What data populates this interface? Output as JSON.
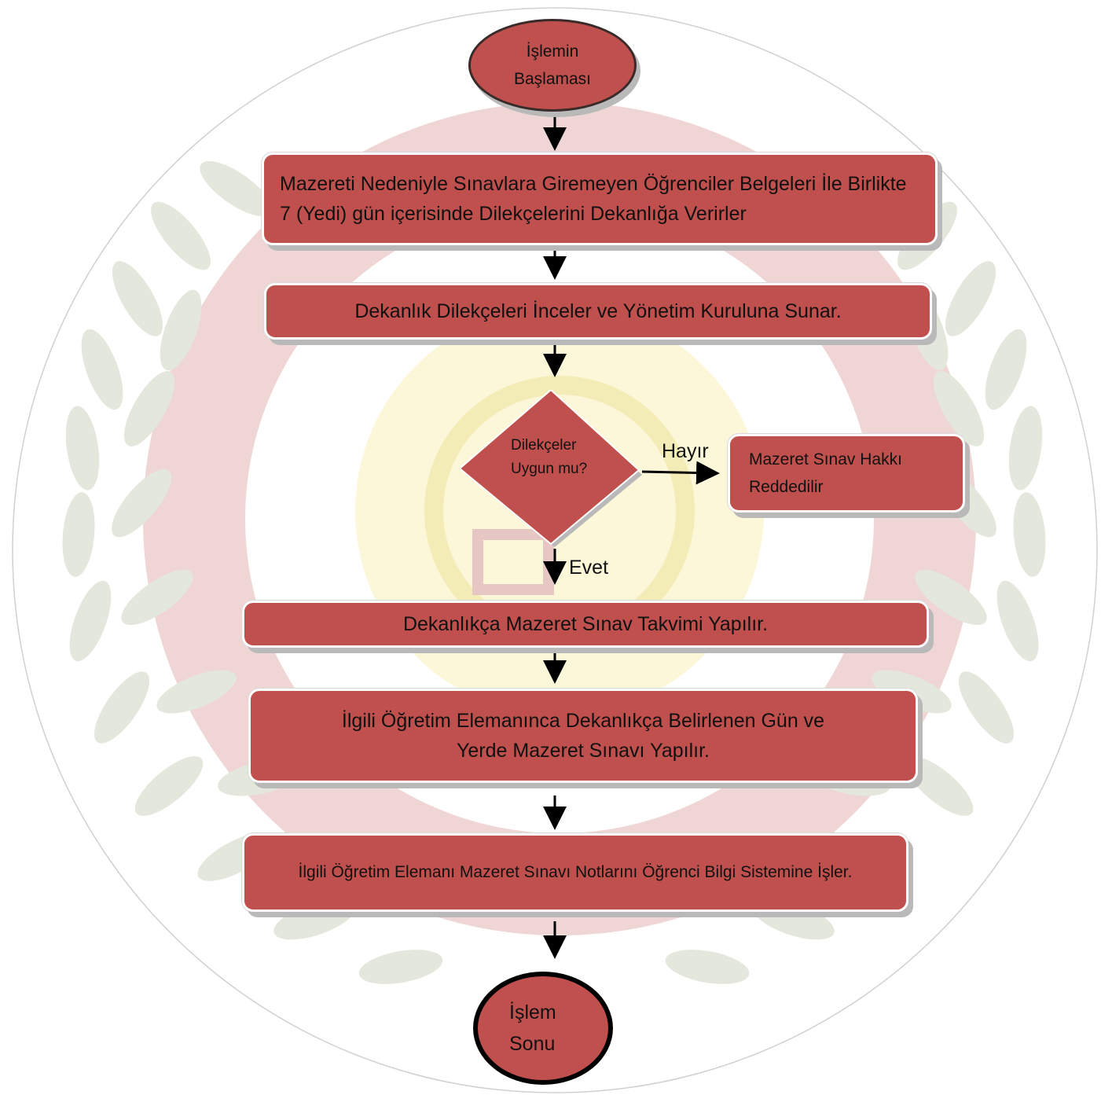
{
  "flowchart": {
    "start": "İşlemin Başlaması",
    "step1": "Mazereti Nedeniyle Sınavlara Giremeyen Öğrenciler Belgeleri İle Birlikte 7 (Yedi) gün içerisinde Dilekçelerini Dekanlığa Verirler",
    "step2": "Dekanlık Dilekçeleri İnceler ve Yönetim Kuruluna Sunar.",
    "decision": "Dilekçeler Uygun mu?",
    "no_label": "Hayır",
    "rejected": "Mazeret Sınav Hakkı Reddedilir",
    "yes_label": "Evet",
    "step3": "Dekanlıkça Mazeret Sınav Takvimi Yapılır.",
    "step4": "İlgili Öğretim Elemanınca Dekanlıkça Belirlenen Gün ve Yerde Mazeret Sınavı Yapılır.",
    "step5": "İlgili Öğretim Elemanı Mazeret Sınavı Notlarını Öğrenci Bilgi Sistemine İşler.",
    "end": "İşlem Sonu"
  },
  "colors": {
    "node_fill": "#c0504d",
    "watermark_leaf": "#e3e6da",
    "watermark_ring": "#ecd3d1",
    "watermark_center": "#fbf6d2"
  }
}
